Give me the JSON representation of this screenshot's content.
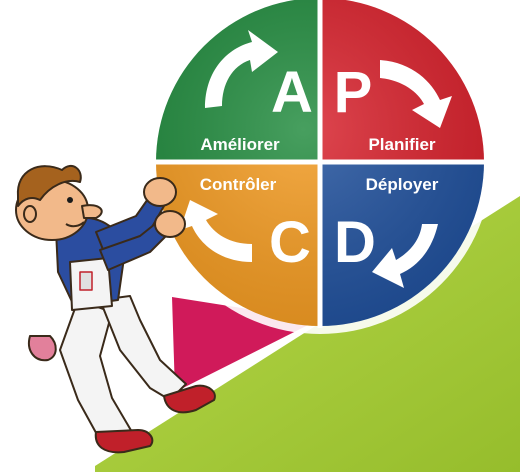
{
  "cycle": {
    "quadrants": [
      {
        "key": "act",
        "letter": "A",
        "label": "Améliorer",
        "color": "#1f8a3c"
      },
      {
        "key": "plan",
        "letter": "P",
        "label": "Planifier",
        "color": "#d81f2a"
      },
      {
        "key": "check",
        "letter": "C",
        "label": "Contrôler",
        "color": "#f39a1f"
      },
      {
        "key": "do",
        "letter": "D",
        "label": "Déployer",
        "color": "#1e4f9c"
      }
    ]
  },
  "scene": {
    "slope_color": "#a9cc3a",
    "wedge_color": "#d01a5a",
    "shirt_color": "#2b4da0",
    "shoe_color": "#c0202a",
    "skin_color": "#f2b98a",
    "hair_color": "#a5621e"
  }
}
